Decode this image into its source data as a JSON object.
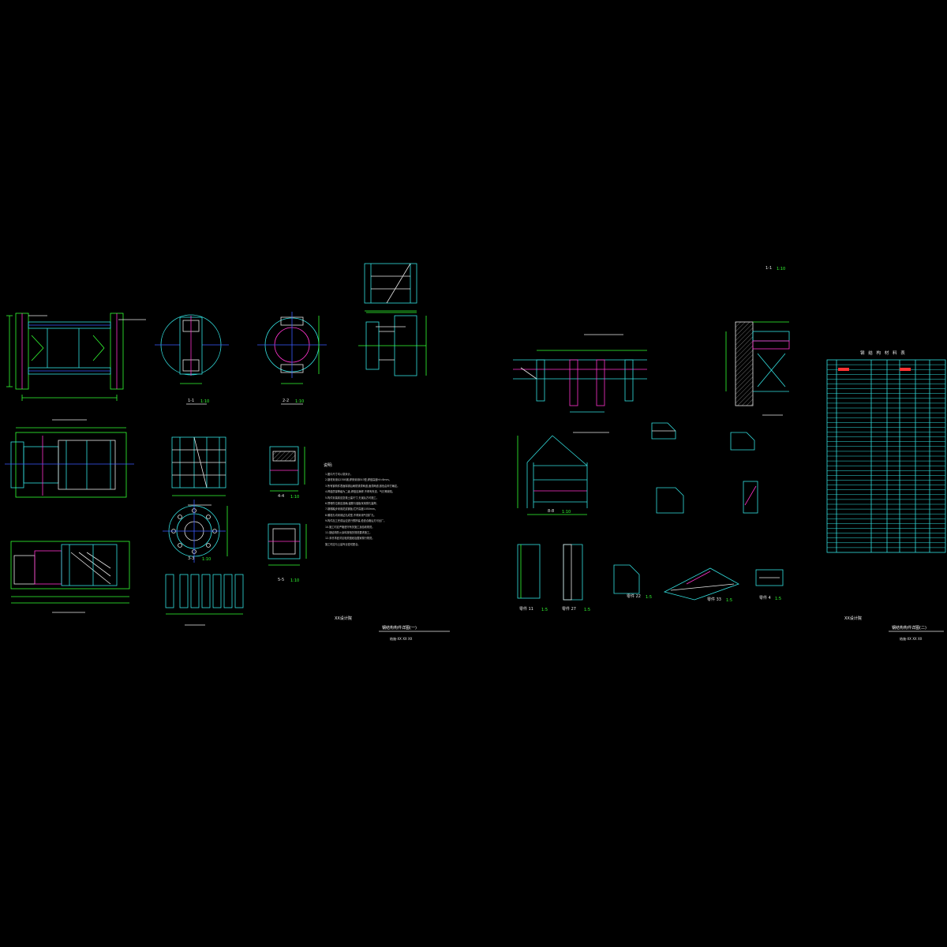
{
  "drawing": {
    "background": "#000000",
    "colors": {
      "outline": "#33e0e0",
      "dimension": "#33ff33",
      "axis": "#3a5cff",
      "highlight": "#ff33cc",
      "text": "#e8e8e8",
      "red": "#ff3333"
    }
  },
  "sheet1": {
    "views": [
      {
        "label": "1-1",
        "scale": "1:10"
      },
      {
        "label": "2-2",
        "scale": "1:10"
      },
      {
        "label": "4-4",
        "scale": "1:10"
      },
      {
        "label": "3-3",
        "scale": "1:10"
      },
      {
        "label": "5-5",
        "scale": "1:10"
      }
    ],
    "notes_header": "说明:",
    "notes": [
      "1.图中尺寸均以毫米计。",
      "2.钢材采用Q235B钢,焊条采用E43型,焊缝高度hf=6mm。",
      "3.所有钢构件表面除锈后刷防锈漆两道,面漆两道,颜色由甲方确定。",
      "4.焊缝质量等级为二级,焊缝应满焊,不得有夹渣、气孔等缺陷。",
      "5.构件安装前应复核土建尺寸,无误后方可施工。",
      "6.预埋件位置应准确,锚筋与锚板采用穿孔塞焊。",
      "7.钢梯踏步采用花纹钢板,栏杆高度1050mm。",
      "8.螺栓孔均采用钻孔成型,不得采用气割扩孔。",
      "9.构件加工完成后应进行预拼装,检查合格后方可出厂。",
      "10.施工时应严格遵守有关施工及验收规范。",
      "11.钢结构防火涂料按相关规范要求施工。",
      "12.未尽事宜详见相关图纸及国家现行规范。",
      "    施工时应与土建专业密切配合。"
    ],
    "company": "XX设计院",
    "title": "钢结构构件详图(一)",
    "drawing_no": "结施-XX XX XX"
  },
  "sheet2": {
    "views": [
      {
        "label": "1-1",
        "scale": "1:10"
      },
      {
        "label": "8-8",
        "scale": "1:10"
      },
      {
        "label": "零件 11",
        "scale": "1:5"
      },
      {
        "label": "零件 27",
        "scale": "1:5"
      },
      {
        "label": "零件 22",
        "scale": "1:5"
      },
      {
        "label": "零件 33",
        "scale": "1:5"
      },
      {
        "label": "零件 4",
        "scale": "1:5"
      }
    ],
    "table_title": "钢 结 构 材 料 表",
    "company": "XX设计院",
    "title": "钢结构构件详图(二)",
    "drawing_no": "结施-XX XX XX"
  }
}
